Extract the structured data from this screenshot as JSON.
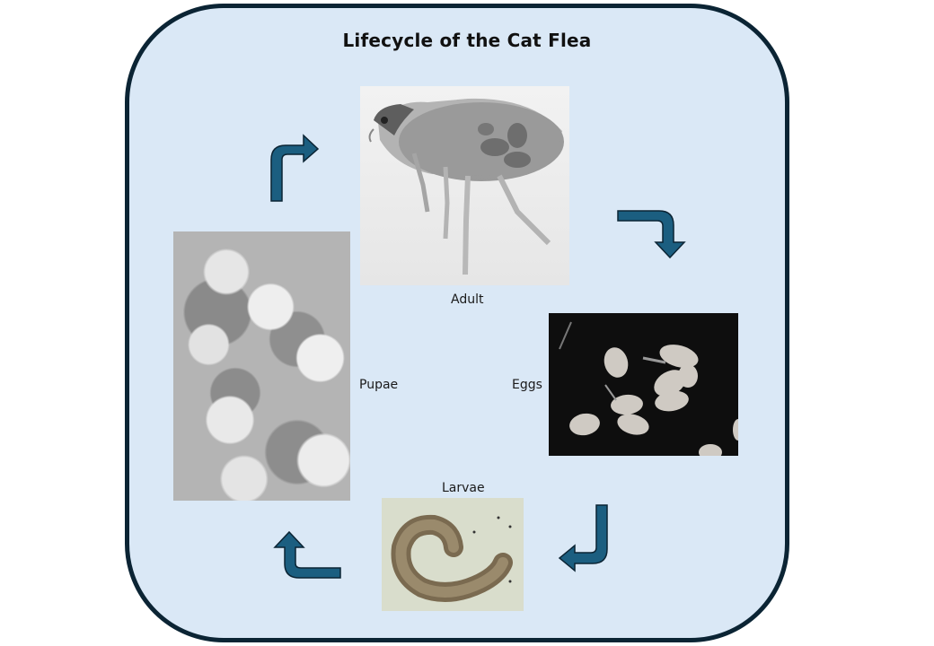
{
  "diagram": {
    "title": "Lifecycle of the Cat Flea",
    "colors": {
      "panel_fill": "#dae8f6",
      "panel_border": "#0b2434",
      "arrow_fill": "#1b5e80",
      "arrow_outline": "#0b2434"
    },
    "stages": [
      {
        "id": "adult",
        "label": "Adult",
        "image": "adult-flea-micrograph"
      },
      {
        "id": "eggs",
        "label": "Eggs",
        "image": "flea-eggs-on-black"
      },
      {
        "id": "larvae",
        "label": "Larvae",
        "image": "curled-larva"
      },
      {
        "id": "pupae",
        "label": "Pupae",
        "image": "pupae-cocoons-sem"
      }
    ],
    "arrows": [
      {
        "from": "pupae",
        "to": "adult",
        "direction": "up-then-right"
      },
      {
        "from": "adult",
        "to": "eggs",
        "direction": "right-then-down"
      },
      {
        "from": "eggs",
        "to": "larvae",
        "direction": "down-then-left"
      },
      {
        "from": "larvae",
        "to": "pupae",
        "direction": "left-then-up"
      }
    ]
  }
}
